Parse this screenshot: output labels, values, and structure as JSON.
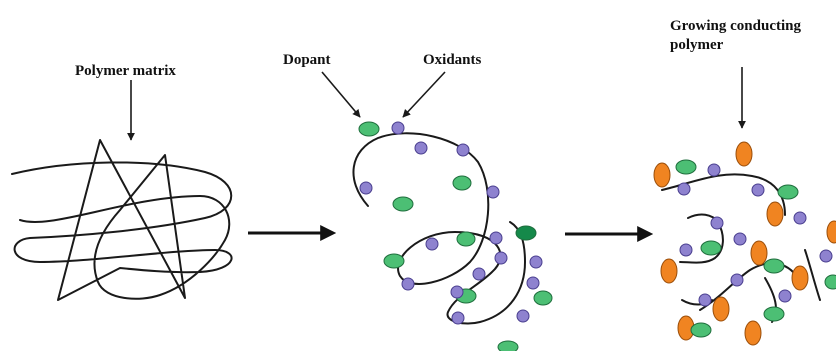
{
  "labels": {
    "polymer_matrix": "Polymer matrix",
    "dopant": "Dopant",
    "oxidants": "Oxidants",
    "growing_line1": "Growing conducting",
    "growing_line2": "polymer"
  },
  "colors": {
    "chain": "#1a1a1a",
    "dopant": "#4cbf74",
    "dopant_dark": "#15894a",
    "dopant_stroke": "#1f6e3d",
    "oxidant": "#8e82cf",
    "oxidant_stroke": "#4a3f8f",
    "polymer_unit": "#f08421",
    "polymer_unit_stroke": "#9a4e0a"
  },
  "icons": {
    "dopant": "green-ellipse",
    "oxidant": "purple-dot",
    "polymer_unit": "orange-ellipse",
    "arrow": "right-arrow"
  }
}
